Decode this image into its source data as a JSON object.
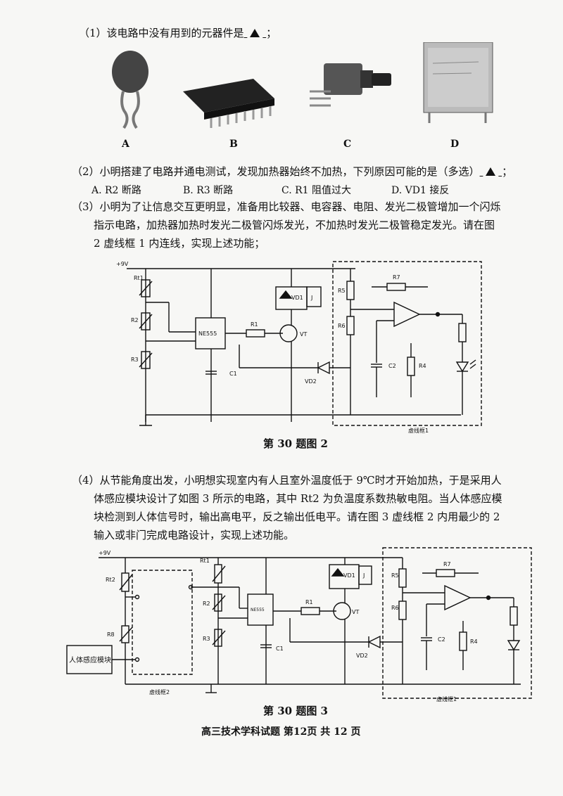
{
  "q1": {
    "prefix": "（1）该电路中没有用到的元器件是",
    "suffix": "；",
    "labels": [
      "A",
      "B",
      "C",
      "D"
    ]
  },
  "q2": {
    "text": "（2）小明搭建了电路并通电测试，发现加热器始终不加热，下列原因可能的是（多选）",
    "suffix": "；",
    "options": [
      "A. R2 断路",
      "B. R3 断路",
      "C. R1 阻值过大",
      "D. VD1 接反"
    ]
  },
  "q3": {
    "lines": [
      "（3）小明为了让信息交互更明显，准备用比较器、电容器、电阻、发光二极管增加一个闪烁",
      "指示电路，加热器加热时发光二极管闪烁发光，不加热时发光二极管稳定发光。请在图",
      "2 虚线框 1 内连线，实现上述功能；"
    ]
  },
  "fig2": {
    "caption": "第 30 题图 2",
    "power": "+9V",
    "box_label": "虚线框1",
    "components": {
      "rt1": "Rt1",
      "r2": "R2",
      "r3": "R3",
      "ic": "NE555",
      "c1": "C1",
      "r1": "R1",
      "vt": "VT",
      "vd1": "VD1",
      "j": "J",
      "vd2": "VD2",
      "r5": "R5",
      "r6": "R6",
      "r7": "R7",
      "c2": "C2",
      "r4": "R4"
    }
  },
  "q4": {
    "lines": [
      "（4）从节能角度出发，小明想实现室内有人且室外温度低于 9℃时才开始加热，于是采用人",
      "体感应模块设计了如图 3 所示的电路，其中 Rt2 为负温度系数热敏电阻。当人体感应模",
      "块检测到人体信号时，输出高电平，反之输出低电平。请在图 3 虚线框 2 内用最少的 2",
      "输入或非门完成电路设计，实现上述功能。"
    ]
  },
  "fig3": {
    "caption": "第 30 题图 3",
    "power": "+9V",
    "box1_label": "虚线框1",
    "box2_label": "虚线框2",
    "module": "人体感应模块",
    "components": {
      "rt2": "Rt2",
      "r8": "R8",
      "rt1": "Rt1",
      "r2": "R2",
      "r3": "R3",
      "c1": "C1",
      "ic": "NE555",
      "r1": "R1",
      "vt": "VT",
      "vd1": "VD1",
      "j": "J",
      "vd2": "VD2",
      "r5": "R5",
      "r6": "R6",
      "r7": "R7",
      "c2": "C2",
      "r4": "R4"
    }
  },
  "footer": "高三技术学科试题 第12页 共 12 页"
}
